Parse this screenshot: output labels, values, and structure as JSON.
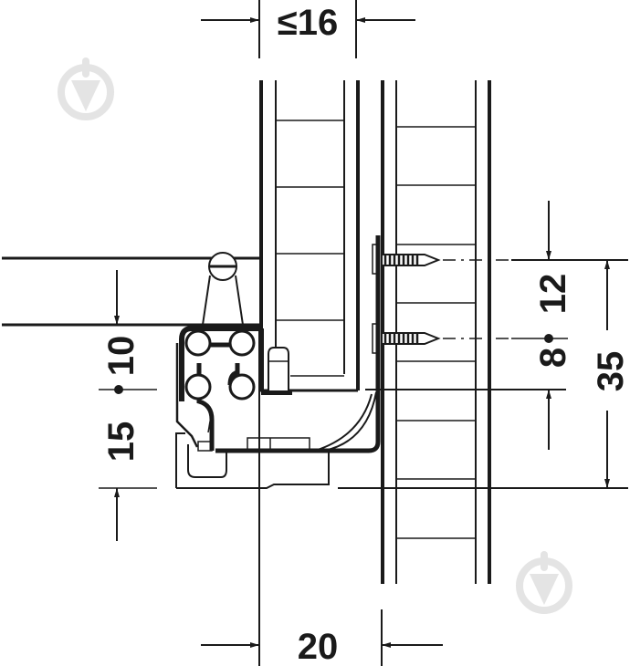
{
  "diagram": {
    "type": "technical-drawing",
    "subject": "drawer runner cross-section mounted on cabinet side panel",
    "line_color": "#1a1a1a",
    "background": "#ffffff",
    "watermark_color": "#e4e4e4"
  },
  "dimensions": {
    "side_thickness": {
      "label": "≤16",
      "orientation": "horizontal",
      "position": "top"
    },
    "runner_width": {
      "label": "20",
      "orientation": "horizontal",
      "position": "bottom"
    },
    "left_upper": {
      "label": "10",
      "orientation": "vertical",
      "position": "left"
    },
    "left_lower": {
      "label": "15",
      "orientation": "vertical",
      "position": "left"
    },
    "right_upper": {
      "label": "12",
      "orientation": "vertical",
      "position": "right"
    },
    "right_lower": {
      "label": "8",
      "orientation": "vertical",
      "position": "right"
    },
    "right_total": {
      "label": "35",
      "orientation": "vertical",
      "position": "far-right"
    }
  },
  "components": {
    "drawer_side": "drawer side panel with ladder hatching",
    "cabinet_side": "cabinet side panel with ladder hatching",
    "runner_profile": "runner profile with four ball bearings",
    "screws": [
      "upper fixing screw",
      "lower fixing screw"
    ],
    "locking_device": "locking pin on drawer bottom"
  },
  "watermarks": [
    {
      "name": "watermark-top-left"
    },
    {
      "name": "watermark-bottom-right"
    }
  ]
}
